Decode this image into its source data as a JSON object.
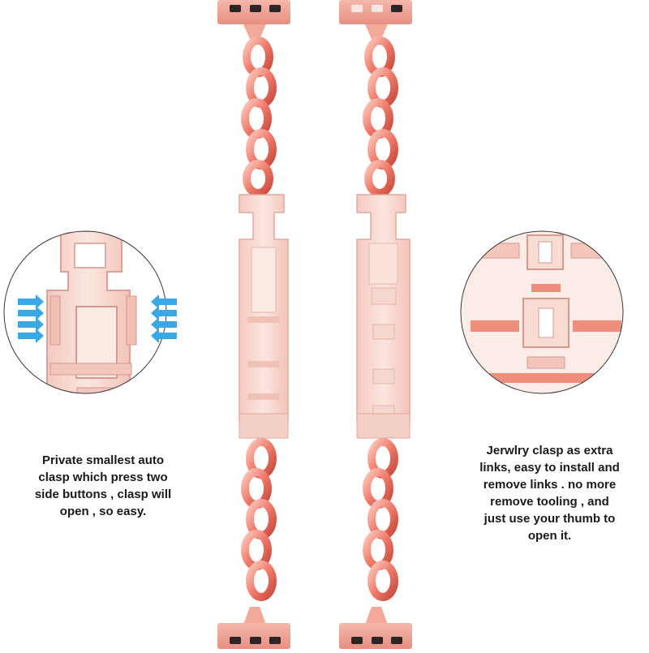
{
  "colors": {
    "rose_gold": "#f07a6a",
    "rose_gold_light": "#f7b3a6",
    "clasp_pink": "#f8d9d2",
    "arrow_blue": "#39a9e6",
    "connector_dark": "#2b2526"
  },
  "left_caption": {
    "lines": [
      "Private smallest auto",
      "clasp which press two",
      "side buttons , clasp will",
      "open , so easy."
    ]
  },
  "right_caption": {
    "lines": [
      "Jerwlry clasp as extra",
      "links, easy to install and",
      "remove links . no more",
      "remove tooling , and",
      "just use your thumb to",
      "open it."
    ]
  }
}
